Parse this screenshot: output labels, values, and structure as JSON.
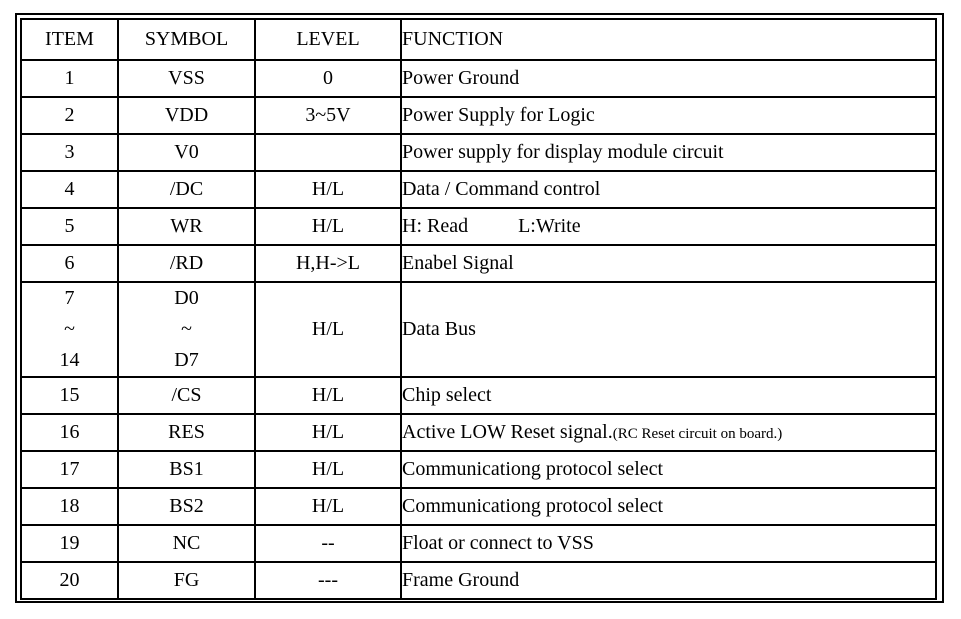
{
  "colors": {
    "border": "#000000",
    "text": "#000000",
    "background": "#ffffff"
  },
  "table": {
    "headers": [
      "ITEM",
      "SYMBOL",
      "LEVEL",
      "FUNCTION"
    ],
    "rows": [
      {
        "item": "1",
        "symbol": "VSS",
        "level": "0",
        "fn": "Power Ground"
      },
      {
        "item": "2",
        "symbol": "VDD",
        "level": "3~5V",
        "fn": "Power Supply for Logic"
      },
      {
        "item": "3",
        "symbol": "V0",
        "level": "",
        "fn": "Power supply for display module circuit"
      },
      {
        "item": "4",
        "symbol": "/DC",
        "level": "H/L",
        "fn": "Data / Command control"
      },
      {
        "item": "5",
        "symbol": "WR",
        "level": "H/L",
        "fn": "H: Read          L:Write"
      },
      {
        "item": "6",
        "symbol": "/RD",
        "level": "H,H->L",
        "fn": "Enabel Signal"
      },
      {
        "item_lines": [
          "7",
          "~",
          "14"
        ],
        "symbol_lines": [
          "D0",
          "~",
          "D7"
        ],
        "level": "H/L",
        "fn": "Data Bus"
      },
      {
        "item": "15",
        "symbol": "/CS",
        "level": "H/L",
        "fn": "Chip select"
      },
      {
        "item": "16",
        "symbol": "RES",
        "level": "H/L",
        "fn": "Active LOW Reset signal.",
        "fn_note": "(RC Reset circuit on board.)"
      },
      {
        "item": "17",
        "symbol": "BS1",
        "level": "H/L",
        "fn": "Communicationg protocol select"
      },
      {
        "item": "18",
        "symbol": "BS2",
        "level": "H/L",
        "fn": "Communicationg protocol select"
      },
      {
        "item": "19",
        "symbol": "NC",
        "level": "--",
        "fn": "Float or connect to VSS"
      },
      {
        "item": "20",
        "symbol": "FG",
        "level": "---",
        "fn": "Frame Ground"
      }
    ]
  }
}
